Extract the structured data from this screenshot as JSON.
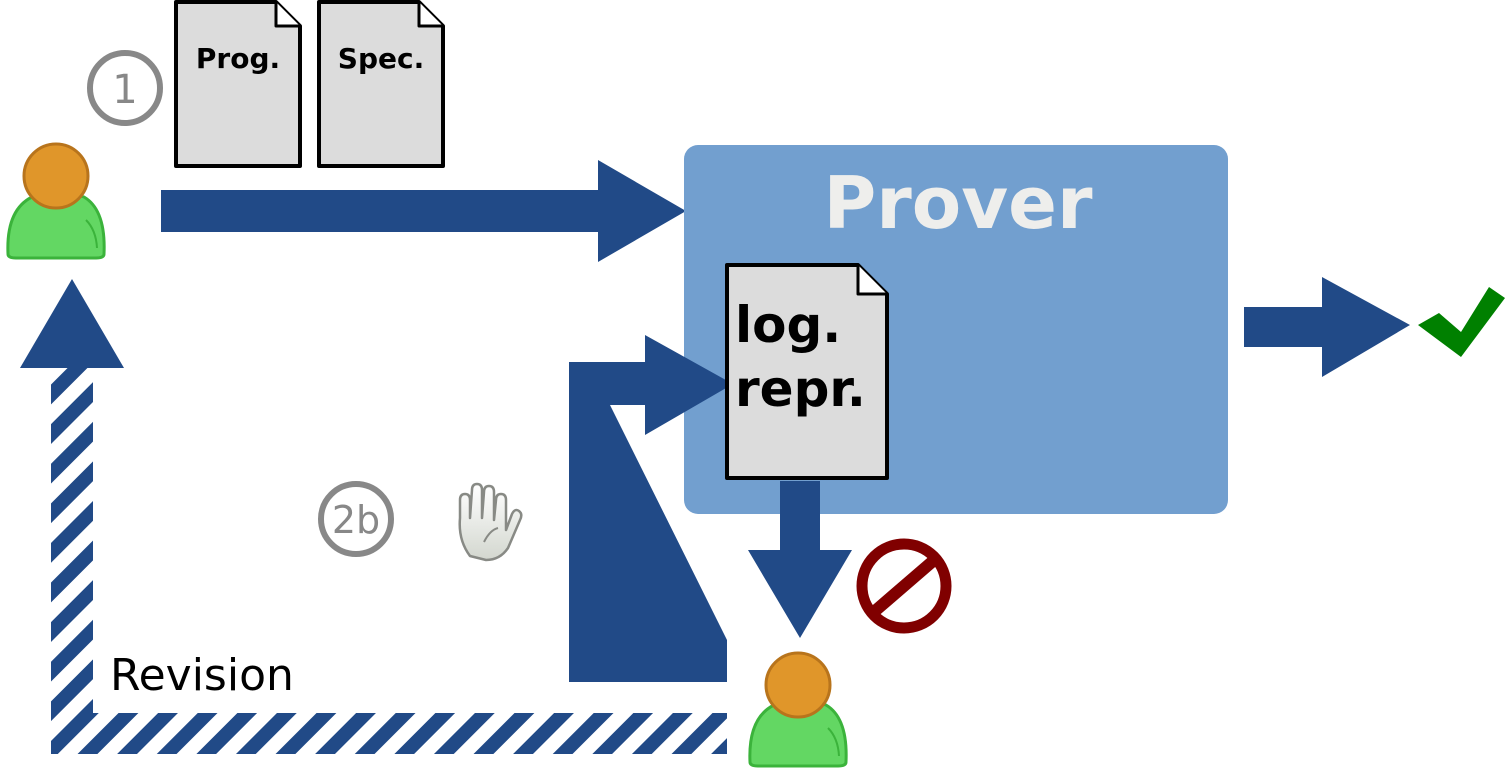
{
  "documents": {
    "program_label": "Prog.",
    "specification_label": "Spec.",
    "logical_representation_line1": "log.",
    "logical_representation_line2": "repr."
  },
  "prover": {
    "title": "Prover"
  },
  "steps": {
    "step_1": "1",
    "step_2b": "2b"
  },
  "revision_label": "Revision",
  "icons": {
    "user_top": "user-icon",
    "user_bottom": "user-icon",
    "success": "checkmark-icon",
    "failure": "prohibited-icon",
    "interaction": "raised-hand-icon"
  },
  "colors": {
    "arrow": "#214a87",
    "prover_box": "#729fcf",
    "prover_title": "#eeeeec",
    "document_fill": "#dcdcdc",
    "step_badge": "#888888",
    "check": "#008000",
    "prohibited": "#800000",
    "user_head": "#e0962a",
    "user_body": "#63d763"
  }
}
